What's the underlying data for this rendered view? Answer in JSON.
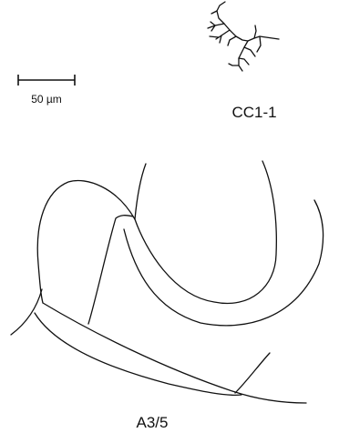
{
  "scale_bar": {
    "label": "50 µm"
  },
  "cells": [
    {
      "id": "cc1",
      "label": "CC1-1"
    },
    {
      "id": "a3",
      "label": "A3/5"
    }
  ],
  "colors": {
    "stroke": "#111111",
    "background": "#ffffff"
  }
}
